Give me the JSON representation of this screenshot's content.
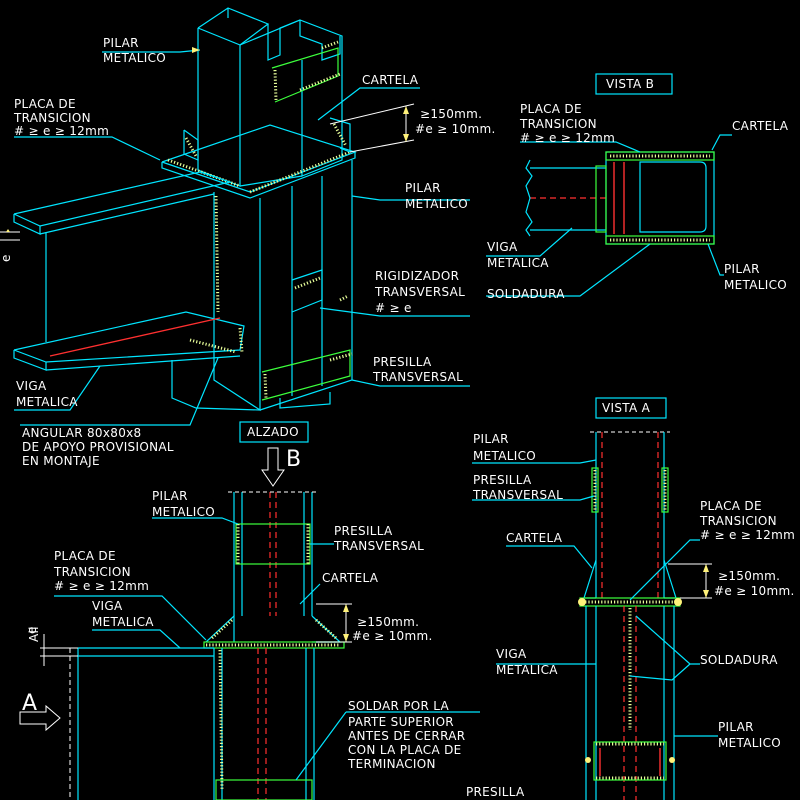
{
  "colors": {
    "background": "#000000",
    "steel": "#00e5ff",
    "weld": "#e8ff9a",
    "text": "#ffffff",
    "hidden": "#ff3030",
    "plate": "#3cff3c",
    "leader": "#00ffff"
  },
  "iso": {
    "pilar_top": [
      "PILAR",
      "METALICO"
    ],
    "cartela": "CARTELA",
    "placa": [
      "PLACA DE",
      "TRANSICION",
      "# ≥ e ≥ 12mm"
    ],
    "dim": [
      "≥150mm.",
      "#e ≥ 10mm."
    ],
    "pilar_right": [
      "PILAR",
      "METALICO"
    ],
    "rigidizador": [
      "RIGIDIZADOR",
      "TRANSVERSAL",
      "# ≥ e"
    ],
    "presilla": [
      "PRESILLA",
      "TRANSVERSAL"
    ],
    "viga": [
      "VIGA",
      "METALICA"
    ],
    "angular": [
      "ANGULAR 80x80x8",
      "DE APOYO PROVISIONAL",
      "EN MONTAJE"
    ],
    "e": "e"
  },
  "vista_b": {
    "title": "VISTA B",
    "placa": [
      "PLACA DE",
      "TRANSICION",
      "# ≥ e ≥ 12mm"
    ],
    "cartela": "CARTELA",
    "viga": [
      "VIGA",
      "METALICA"
    ],
    "pilar": [
      "PILAR",
      "METALICO"
    ],
    "soldadura": "SOLDADURA"
  },
  "alzado": {
    "title": "ALZADO",
    "arrow_b": "B",
    "pilar": [
      "PILAR",
      "METALICO"
    ],
    "presilla": [
      "PRESILLA",
      "TRANSVERSAL"
    ],
    "placa": [
      "PLACA DE",
      "TRANSICION",
      "# ≥ e ≥ 12mm"
    ],
    "cartela": "CARTELA",
    "viga": [
      "VIGA",
      "METALICA"
    ],
    "dim": [
      "≥150mm.",
      "#e ≥ 10mm."
    ],
    "e_mark": [
      "e",
      "All"
    ],
    "arrow_a": "A",
    "nota": [
      "SOLDAR POR LA",
      "PARTE SUPERIOR",
      "ANTES DE CERRAR",
      "CON LA PLACA DE",
      "TERMINACION"
    ]
  },
  "vista_a": {
    "title": "VISTA A",
    "pilar_top": [
      "PILAR",
      "METALICO"
    ],
    "presilla_top": [
      "PRESILLA",
      "TRANSVERSAL"
    ],
    "placa": [
      "PLACA DE",
      "TRANSICION",
      "# ≥ e ≥ 12mm"
    ],
    "cartela": "CARTELA",
    "dim": [
      "≥150mm.",
      "#e ≥ 10mm."
    ],
    "viga": [
      "VIGA",
      "METALICA"
    ],
    "soldadura": "SOLDADURA",
    "pilar_bottom": [
      "PILAR",
      "METALICO"
    ],
    "presilla_bottom": "PRESILLA"
  }
}
